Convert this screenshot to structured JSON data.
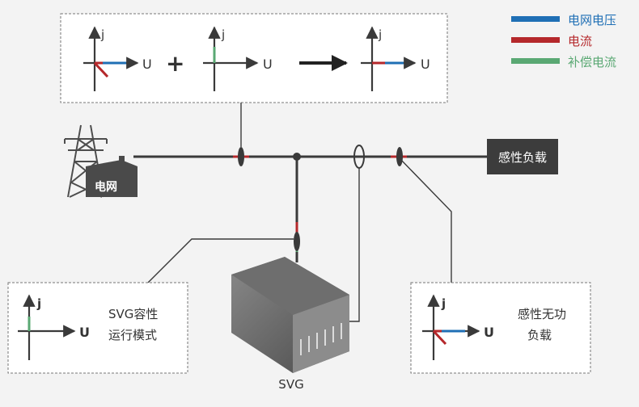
{
  "legend": [
    {
      "label": "电网电压",
      "color": "#1f6fb5"
    },
    {
      "label": "电流",
      "color": "#b5282b"
    },
    {
      "label": "补偿电流",
      "color": "#5aa873"
    }
  ],
  "axes": {
    "j": "j",
    "u": "U"
  },
  "operators": {
    "plus": "+"
  },
  "labels": {
    "grid": "电网",
    "load": "感性负载",
    "svg_mode_line1": "SVG容性",
    "svg_mode_line2": "运行模式",
    "reactive_line1": "感性无功",
    "reactive_line2": "负载",
    "device": "SVG"
  },
  "colors": {
    "line": "#3a3a3a",
    "box_border": "#777777",
    "box_fill": "#ffffff",
    "load_fill": "#3c3c3c",
    "load_text": "#ffffff",
    "device_body": "#585858"
  }
}
